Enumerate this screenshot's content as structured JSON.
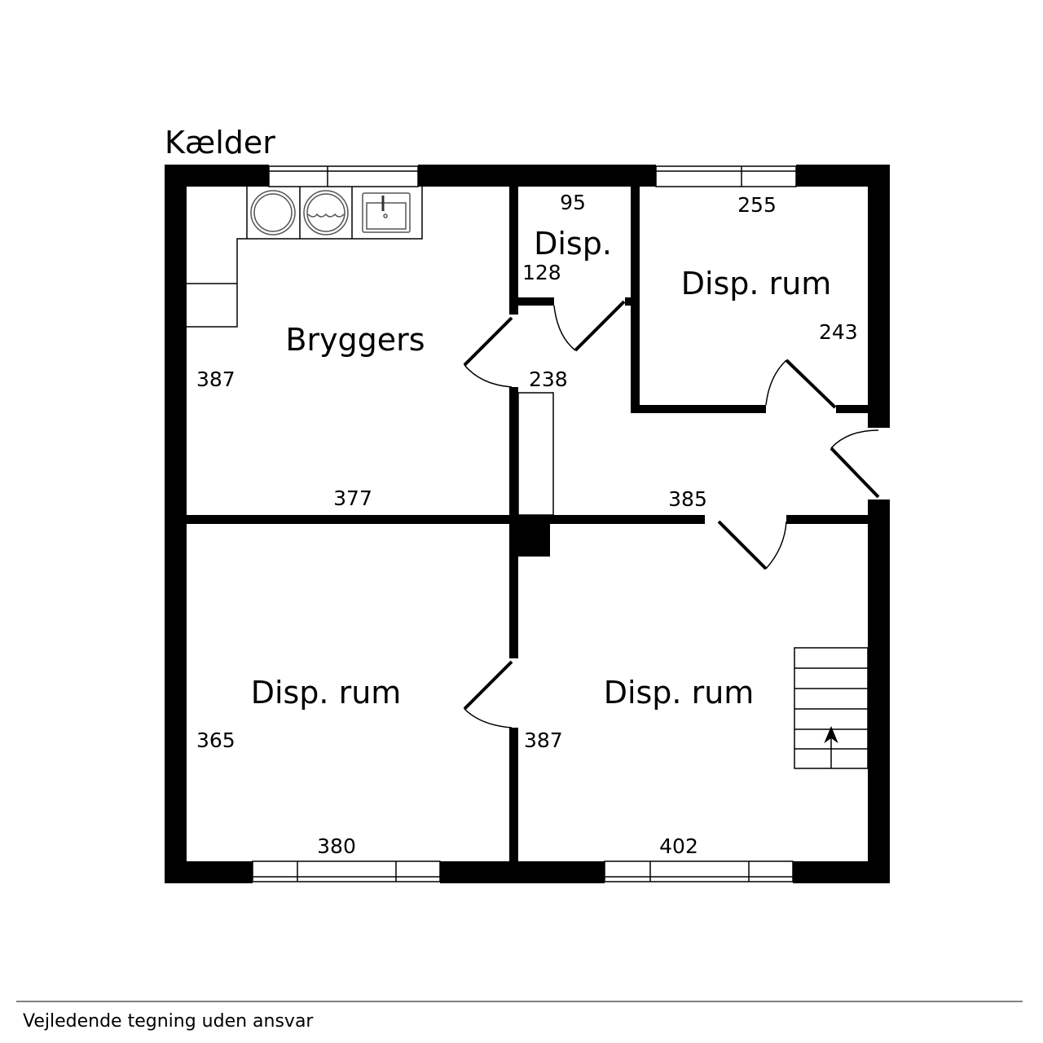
{
  "plan": {
    "floor_title": "Kælder",
    "footer": "Vejledende tegning uden ansvar",
    "wall_color": "#000000",
    "rooms": [
      {
        "name": "Bryggers",
        "width": "377",
        "depth": "387"
      },
      {
        "name": "Disp.",
        "width": "95",
        "depth": "128"
      },
      {
        "name": "Disp. rum",
        "width": "255",
        "depth": "243"
      },
      {
        "name": "Disp. rum",
        "width": "380",
        "depth": "365"
      },
      {
        "name": "Disp. rum",
        "width": "402",
        "depth": "387"
      }
    ],
    "hall": {
      "width": "385",
      "depth": "238"
    },
    "fixtures": [
      "washing-machine",
      "dryer",
      "sink",
      "stairs"
    ]
  }
}
